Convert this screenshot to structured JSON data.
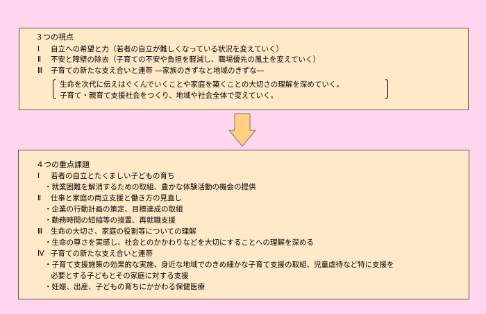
{
  "viewpoints": {
    "title": "３つの視点",
    "items": [
      {
        "num": "Ⅰ",
        "text": "自立への希望と力（若者の自立が難しくなっている状況を変えていく）"
      },
      {
        "num": "Ⅱ",
        "text": "不安と障壁の除去（子育ての不安や負担を軽減し、職場優先の風土を変えていく）"
      },
      {
        "num": "Ⅲ",
        "text": "子育ての新たな支え合いと連帯 ―家族のきずなと地域のきずな―"
      }
    ],
    "bracket_lines": [
      "生命を次代に伝えはぐくんでいくことや家庭を築くことの大切さの理解を深めていく。",
      "子育て・親育て支援社会をつくり、地域や社会全体で変えていく。"
    ]
  },
  "priorities": {
    "title": "４つの重点課題",
    "items": [
      {
        "num": "Ⅰ",
        "text": "若者の自立とたくましい子どもの育ち",
        "subs": [
          "・就業困難を解消するための取組、豊かな体験活動の機会の提供"
        ]
      },
      {
        "num": "Ⅱ",
        "text": "仕事と家庭の両立支援と働き方の見直し",
        "subs": [
          "・企業の行動計画の策定、目標達成の取組",
          "・勤務時間の短縮等の措置、再就職支援"
        ]
      },
      {
        "num": "Ⅲ",
        "text": "生命の大切さ、家庭の役割等についての理解",
        "subs": [
          "・生命の尊さを実感し、社会とのかかわりなどを大切にすることへの理解を深める"
        ]
      },
      {
        "num": "Ⅳ",
        "text": "子育ての新たな支え合いと連帯",
        "subs": [
          "・子育て支援施策の効果的な実施、身近な地域でのきめ細かな子育て支援の取組、児童虐待など特に支援を",
          "必要とする子どもとその家庭に対する支援",
          "・妊娠、出産、子どもの育ちにかかわる保健医療"
        ]
      }
    ]
  },
  "colors": {
    "background": "#ffd6ec",
    "box_fill": "#ffe9c8",
    "arrow_fill": "#ffd080"
  },
  "icons": {
    "arrow": "down-arrow-icon"
  }
}
